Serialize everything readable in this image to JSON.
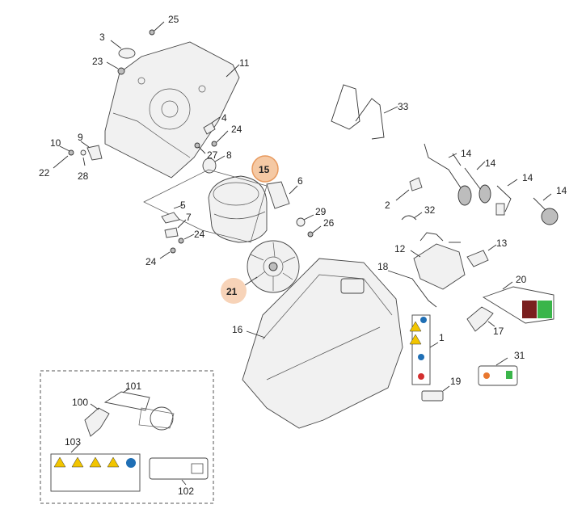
{
  "labels": {
    "p1": "1",
    "p2": "2",
    "p3": "3",
    "p4": "4",
    "p5": "5",
    "p6": "6",
    "p7": "7",
    "p8": "8",
    "p9": "9",
    "p10": "10",
    "p11": "11",
    "p12": "12",
    "p13": "13",
    "p14a": "14",
    "p14b": "14",
    "p14c": "14",
    "p14d": "14",
    "p15": "15",
    "p16": "16",
    "p17": "17",
    "p18": "18",
    "p19": "19",
    "p20": "20",
    "p21": "21",
    "p22": "22",
    "p23": "23",
    "p24a": "24",
    "p24b": "24",
    "p24c": "24",
    "p25": "25",
    "p26": "26",
    "p27": "27",
    "p28": "28",
    "p29": "29",
    "p31": "31",
    "p32": "32",
    "p33": "33",
    "p100": "100",
    "p101": "101",
    "p102": "102",
    "p103": "103"
  },
  "highlighted_parts": [
    "15",
    "21"
  ],
  "colors": {
    "highlight": "#f5c9a4",
    "highlight_border": "#e89a5f",
    "line": "#333333"
  }
}
